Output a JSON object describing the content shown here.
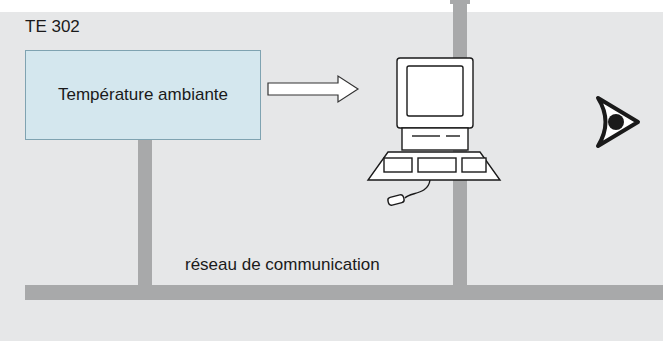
{
  "diagram": {
    "nodes": [
      {
        "text": [
          "TE 302",
          "Température ambiante"
        ]
      }
    ],
    "labels": [
      "réseau de communication"
    ]
  }
}
